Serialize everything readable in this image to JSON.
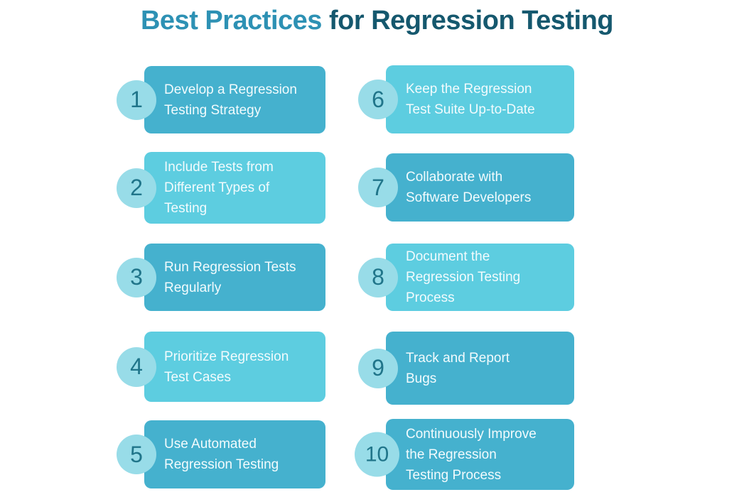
{
  "title": {
    "accent": "Best Practices",
    "rest": " for Regression Testing"
  },
  "colors": {
    "box_dark": "#45b1ce",
    "box_light": "#5dcde0",
    "badge": "#98dce8",
    "badge_number": "#20758a",
    "title_accent": "#2d91b4",
    "title_dark": "#15586e",
    "card_text": "#f2fbfd"
  },
  "items": [
    {
      "number": "1",
      "variant": "dark",
      "label": "Develop a Regression\nTesting Strategy"
    },
    {
      "number": "2",
      "variant": "light",
      "label": "Include Tests from\nDifferent Types of\nTesting"
    },
    {
      "number": "3",
      "variant": "dark",
      "label": "Run Regression Tests\nRegularly"
    },
    {
      "number": "4",
      "variant": "light",
      "label": "Prioritize Regression\nTest Cases"
    },
    {
      "number": "5",
      "variant": "dark",
      "label": "Use Automated\nRegression Testing"
    },
    {
      "number": "6",
      "variant": "light",
      "label": "Keep the Regression\nTest Suite Up-to-Date"
    },
    {
      "number": "7",
      "variant": "dark",
      "label": "Collaborate with\nSoftware Developers"
    },
    {
      "number": "8",
      "variant": "light",
      "label": "Document the\nRegression Testing\nProcess"
    },
    {
      "number": "9",
      "variant": "dark",
      "label": "Track and Report\nBugs"
    },
    {
      "number": "10",
      "variant": "dark",
      "label": "Continuously Improve\nthe Regression\nTesting Process"
    }
  ]
}
